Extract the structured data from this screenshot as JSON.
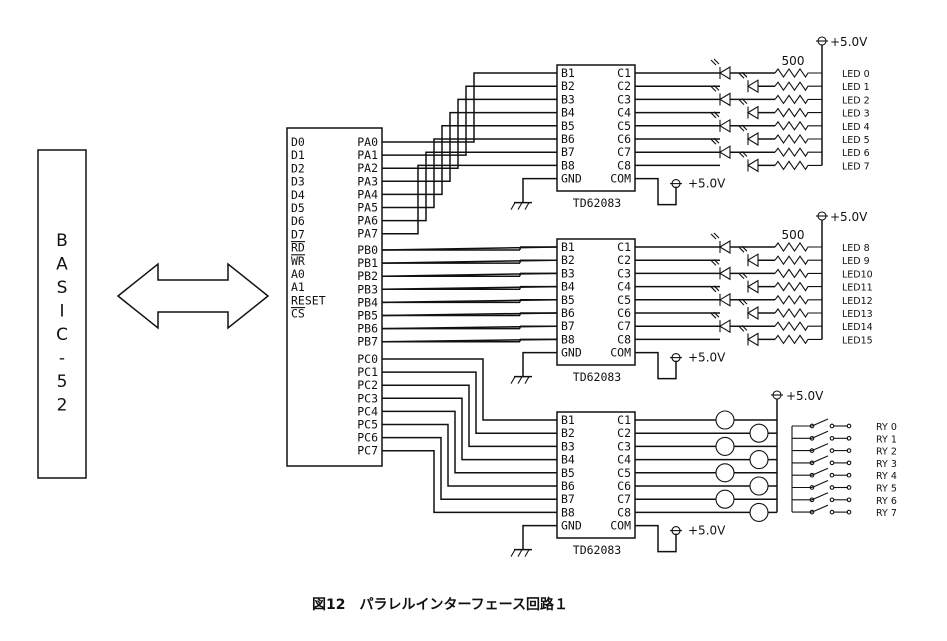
{
  "basic": {
    "title": "BASIC-52",
    "letters": [
      "B",
      "A",
      "S",
      "I",
      "C",
      "-",
      "5",
      "2"
    ]
  },
  "ppi": {
    "left_pins": [
      "D0",
      "D1",
      "D2",
      "D3",
      "D4",
      "D5",
      "D6",
      "D7",
      "RD",
      "WR",
      "A0",
      "A1",
      "RESET",
      "CS"
    ],
    "overlined": [
      "RD",
      "WR",
      "CS"
    ],
    "pa": [
      "PA0",
      "PA1",
      "PA2",
      "PA3",
      "PA4",
      "PA5",
      "PA6",
      "PA7"
    ],
    "pb": [
      "PB0",
      "PB1",
      "PB2",
      "PB3",
      "PB4",
      "PB5",
      "PB6",
      "PB7"
    ],
    "pc": [
      "PC0",
      "PC1",
      "PC2",
      "PC3",
      "PC4",
      "PC5",
      "PC6",
      "PC7"
    ]
  },
  "driver": {
    "name": "TD62083",
    "b_pins": [
      "B1",
      "B2",
      "B3",
      "B4",
      "B5",
      "B6",
      "B7",
      "B8"
    ],
    "c_pins": [
      "C1",
      "C2",
      "C3",
      "C4",
      "C5",
      "C6",
      "C7",
      "C8"
    ],
    "gnd": "GND",
    "com": "COM"
  },
  "supply": "+5.0V",
  "resistor_value": "500",
  "leds_a": [
    "LED 0",
    "LED 1",
    "LED 2",
    "LED 3",
    "LED 4",
    "LED 5",
    "LED 6",
    "LED 7"
  ],
  "leds_b": [
    "LED 8",
    "LED 9",
    "LED10",
    "LED11",
    "LED12",
    "LED13",
    "LED14",
    "LED15"
  ],
  "relays": [
    "RY 0",
    "RY 1",
    "RY 2",
    "RY 3",
    "RY 4",
    "RY 5",
    "RY 6",
    "RY 7"
  ],
  "caption": "図12　パラレルインターフェース回路１"
}
